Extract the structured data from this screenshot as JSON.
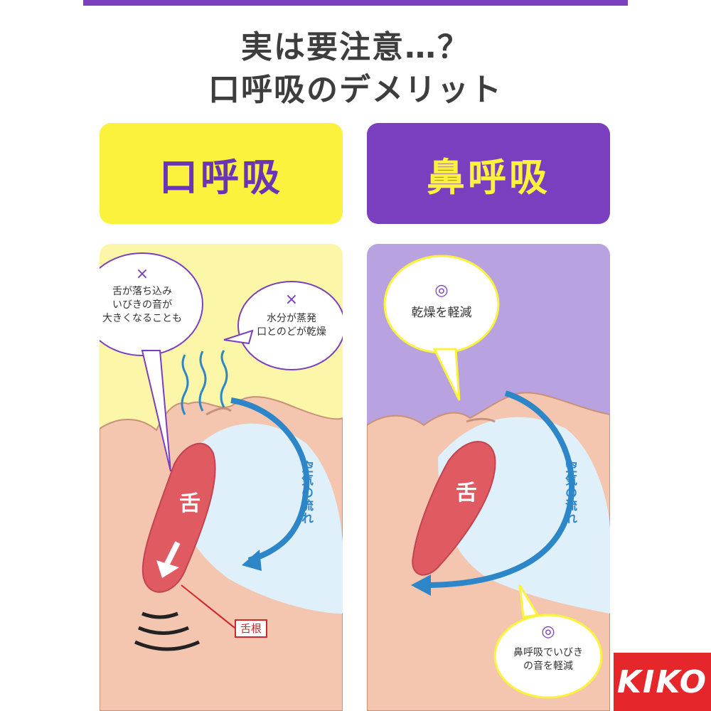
{
  "title": {
    "line1": "実は要注意…？",
    "line2": "口呼吸のデメリット"
  },
  "mouth_breathing": {
    "header": "口呼吸",
    "bubble_tongue": {
      "mark": "×",
      "line1": "舌が落ち込み",
      "line2": "いびきの音が",
      "line3": "大きくなることも"
    },
    "bubble_water": {
      "mark": "×",
      "line1": "水分が蒸発",
      "line2": "口とのどが乾燥"
    },
    "air_flow_label": "空気の流れ",
    "tongue_label": "舌",
    "tongue_root_label": "舌根"
  },
  "nose_breathing": {
    "header": "鼻呼吸",
    "bubble_dry": {
      "mark": "◎",
      "line1": "乾燥を軽減"
    },
    "bubble_snore": {
      "mark": "◎",
      "line1": "鼻呼吸でいびき",
      "line2": "の音を軽減"
    },
    "air_flow_label": "空気の流れ",
    "tongue_label": "舌"
  },
  "logo": "KIKO",
  "colors": {
    "purple": "#7a3fbf",
    "yellow": "#fbf23d",
    "skin": "#f4c6b0",
    "tongue": "#e05a62",
    "airway": "#dff0fa",
    "arrow": "#2d86c8",
    "brand_red": "#e5262a"
  }
}
